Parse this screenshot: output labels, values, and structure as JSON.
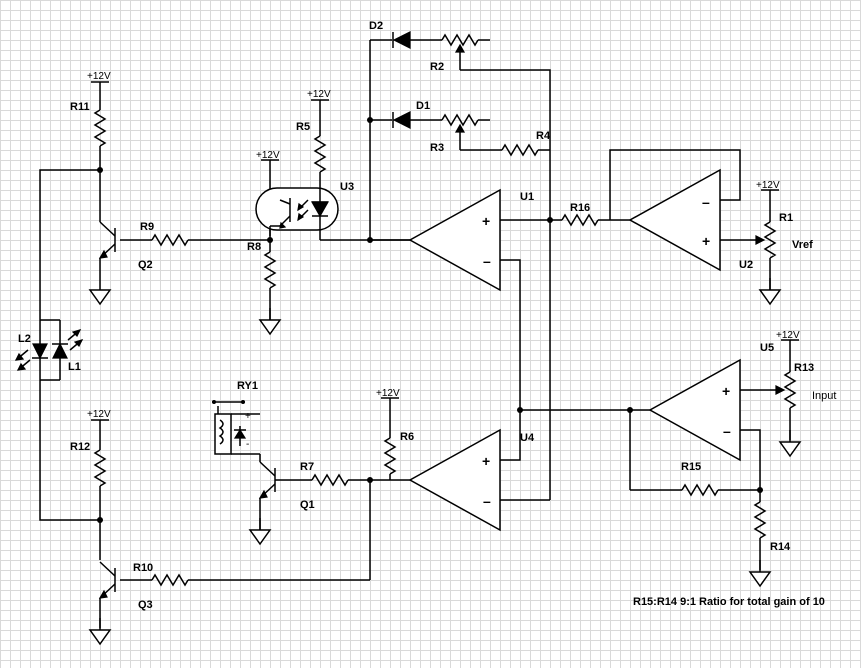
{
  "supply_label": "+12V",
  "opamp_symbols": {
    "plus": "+",
    "minus": "–"
  },
  "components": {
    "R1": "R1",
    "R2": "R2",
    "R3": "R3",
    "R4": "R4",
    "R5": "R5",
    "R6": "R6",
    "R7": "R7",
    "R8": "R8",
    "R9": "R9",
    "R10": "R10",
    "R11": "R11",
    "R12": "R12",
    "R13": "R13",
    "R14": "R14",
    "R15": "R15",
    "R16": "R16",
    "D1": "D1",
    "D2": "D2",
    "L1": "L1",
    "L2": "L2",
    "Q1": "Q1",
    "Q2": "Q2",
    "Q3": "Q3",
    "U1": "U1",
    "U2": "U2",
    "U3": "U3",
    "U4": "U4",
    "U5": "U5",
    "RY1": "RY1"
  },
  "net_labels": {
    "vref": "Vref",
    "input": "Input"
  },
  "relay_pin_marks": {
    "plus": "+",
    "minus": "-"
  },
  "note": "R15:R14 9:1 Ratio for total gain of 10"
}
